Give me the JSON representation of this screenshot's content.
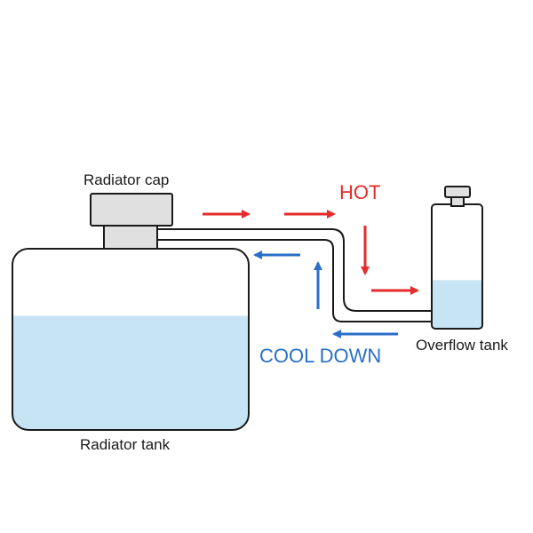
{
  "labels": {
    "radiator_cap": "Radiator cap",
    "radiator_tank": "Radiator tank",
    "overflow_tank": "Overflow tank",
    "hot": "HOT",
    "cool_down": "COOL DOWN"
  },
  "colors": {
    "outline": "#1a1a1a",
    "coolant": "#c6e4f4",
    "cap": "#e0e0e0",
    "hot": "#e52b2b",
    "cool": "#2a6fc9",
    "text": "#1a1a1a"
  },
  "levels": {
    "radiator_tank_fill_fraction": 0.63,
    "overflow_tank_fill_fraction": 0.39
  }
}
